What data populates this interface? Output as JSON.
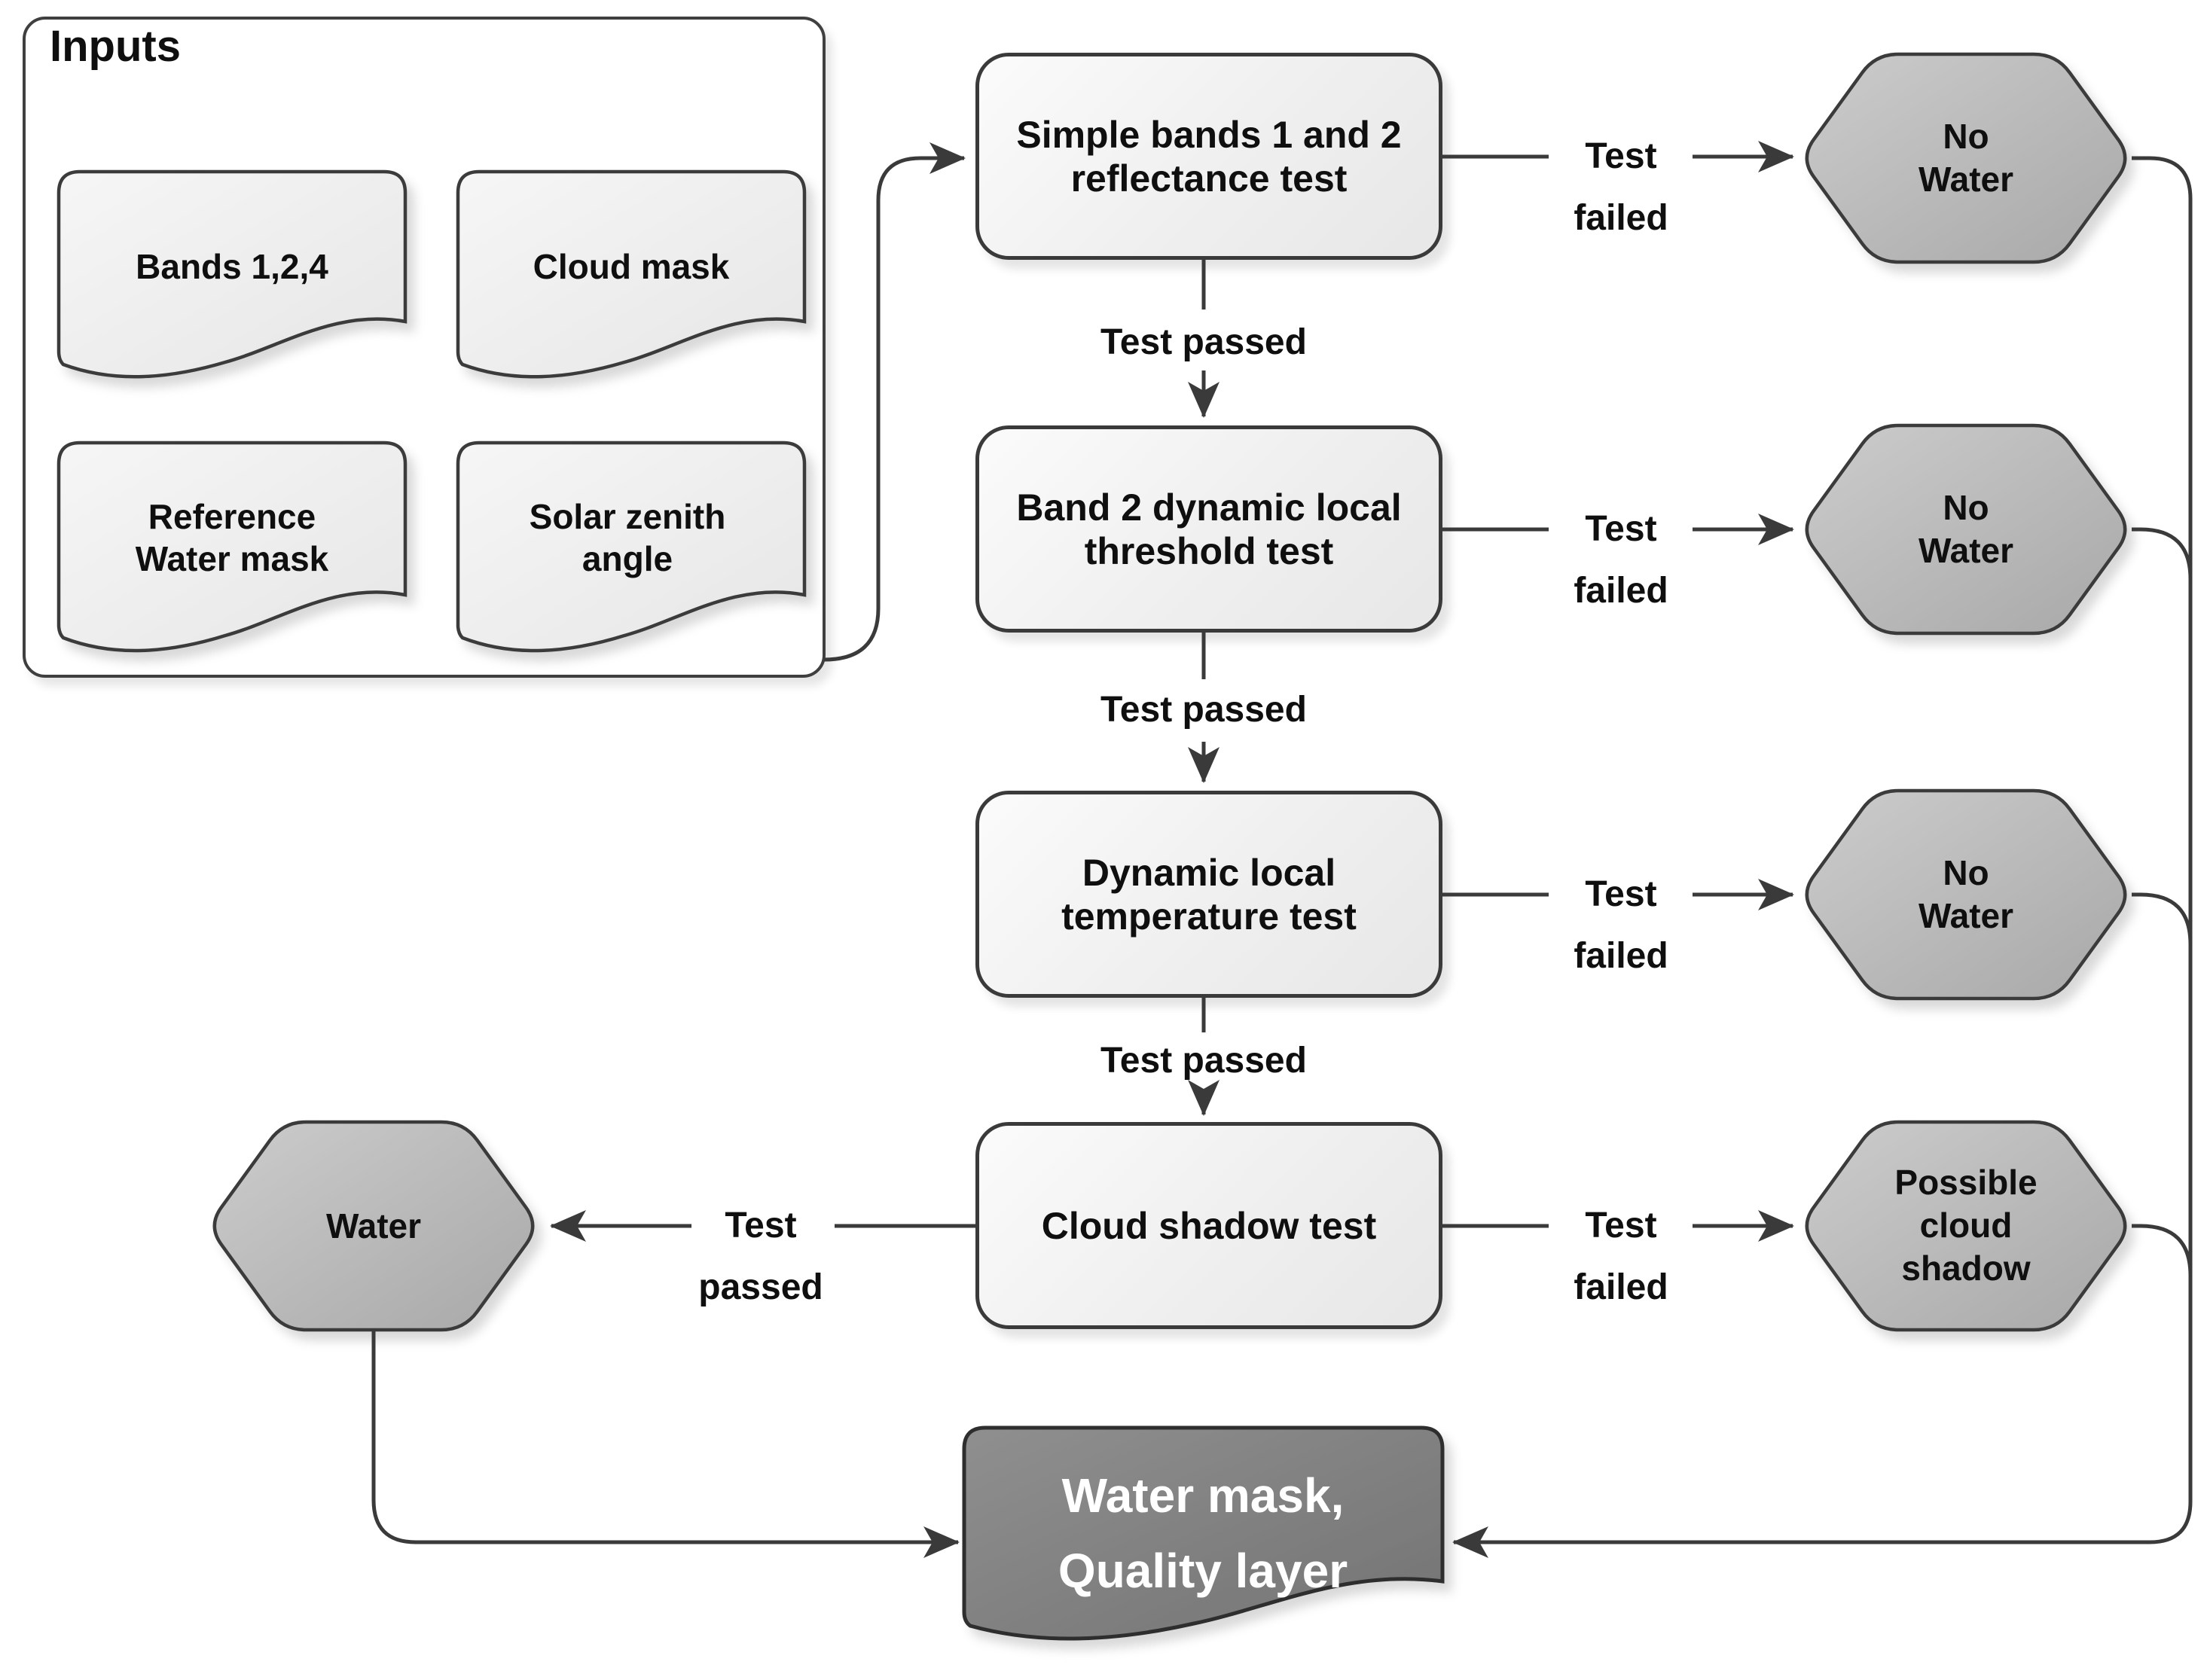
{
  "flow": {
    "inputs": {
      "title": "Inputs",
      "items": [
        {
          "label": "Bands 1,2,4"
        },
        {
          "label": "Cloud mask"
        },
        {
          "label": "Reference Water mask"
        },
        {
          "label": "Solar zenith angle"
        }
      ]
    },
    "tests": [
      {
        "label": "Simple bands 1 and 2 reflectance test",
        "fail_result": "No Water"
      },
      {
        "label": "Band 2 dynamic local threshold test",
        "fail_result": "No Water"
      },
      {
        "label": "Dynamic local temperature test",
        "fail_result": "No Water"
      },
      {
        "label": "Cloud shadow test",
        "fail_result": "Possible cloud shadow"
      }
    ],
    "edge_labels": {
      "pass": "Test passed",
      "fail": "Test failed"
    },
    "water_label": "Water",
    "output_label": "Water mask, Quality layer",
    "colors": {
      "line": "#3a3a3a",
      "box_fill": "#f0f0f0",
      "hexagon_fill": "#b5b5b5",
      "output_fill": "#7f7f7f",
      "document_fill": "#ededed",
      "border": "#3a3a3a"
    }
  }
}
